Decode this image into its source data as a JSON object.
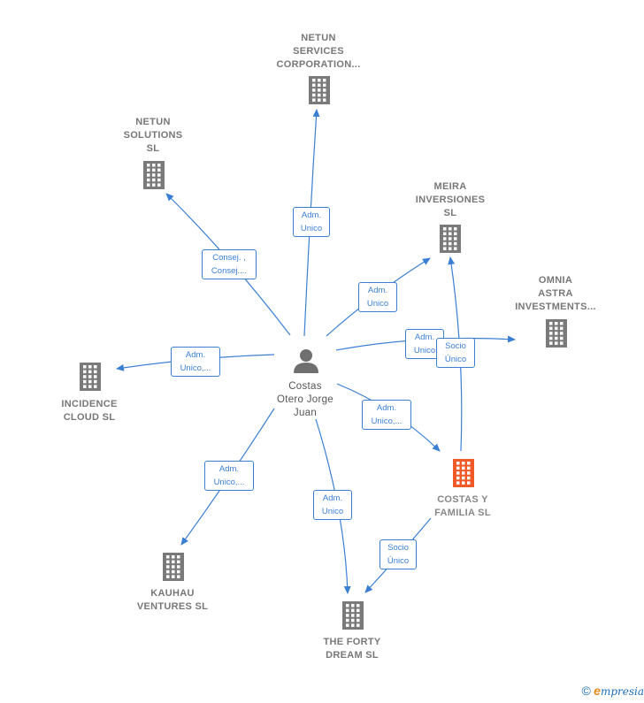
{
  "colors": {
    "edge": "#3b7fd4",
    "building": "#7a7a7a",
    "building_focal": "#f05a28",
    "label": "#777777"
  },
  "center": {
    "name": "Costas\nOtero Jorge\nJuan",
    "icon": "person-icon"
  },
  "companies": [
    {
      "id": "netun-services",
      "name": "NETUN\nSERVICES\nCORPORATION...",
      "icon": "building-icon",
      "focal": false
    },
    {
      "id": "netun-solutions",
      "name": "NETUN\nSOLUTIONS\nSL",
      "icon": "building-icon",
      "focal": false
    },
    {
      "id": "meira",
      "name": "MEIRA\nINVERSIONES\nSL",
      "icon": "building-icon",
      "focal": false
    },
    {
      "id": "omnia",
      "name": "OMNIA\nASTRA\nINVESTMENTS...",
      "icon": "building-icon",
      "focal": false
    },
    {
      "id": "incidence",
      "name": "INCIDENCE\nCLOUD  SL",
      "icon": "building-icon",
      "focal": false
    },
    {
      "id": "costas-familia",
      "name": "COSTAS Y\nFAMILIA  SL",
      "icon": "building-icon",
      "focal": true
    },
    {
      "id": "kauhau",
      "name": "KAUHAU\nVENTURES  SL",
      "icon": "building-icon",
      "focal": false
    },
    {
      "id": "forty-dream",
      "name": "THE FORTY\nDREAM  SL",
      "icon": "building-icon",
      "focal": false
    }
  ],
  "edges": [
    {
      "from": "center",
      "to": "netun-services",
      "label": "Adm.\nUnico"
    },
    {
      "from": "center",
      "to": "netun-solutions",
      "label": "Consej. ,\nConsej...."
    },
    {
      "from": "center",
      "to": "meira",
      "label": "Adm.\nUnico"
    },
    {
      "from": "center",
      "to": "omnia",
      "label": "Adm.\nUnico"
    },
    {
      "from": "center",
      "to": "incidence",
      "label": "Adm.\nUnico,..."
    },
    {
      "from": "center",
      "to": "costas-familia",
      "label": "Adm.\nUnico,..."
    },
    {
      "from": "center",
      "to": "kauhau",
      "label": "Adm.\nUnico,..."
    },
    {
      "from": "center",
      "to": "forty-dream",
      "label": "Adm.\nUnico"
    },
    {
      "from": "costas-familia",
      "to": "meira",
      "label": "Socio\nÚnico"
    },
    {
      "from": "costas-familia",
      "to": "forty-dream",
      "label": "Socio\nÚnico"
    }
  ],
  "footer": {
    "copyright": "©",
    "brand_e": "e",
    "brand_rest": "mpresia"
  }
}
